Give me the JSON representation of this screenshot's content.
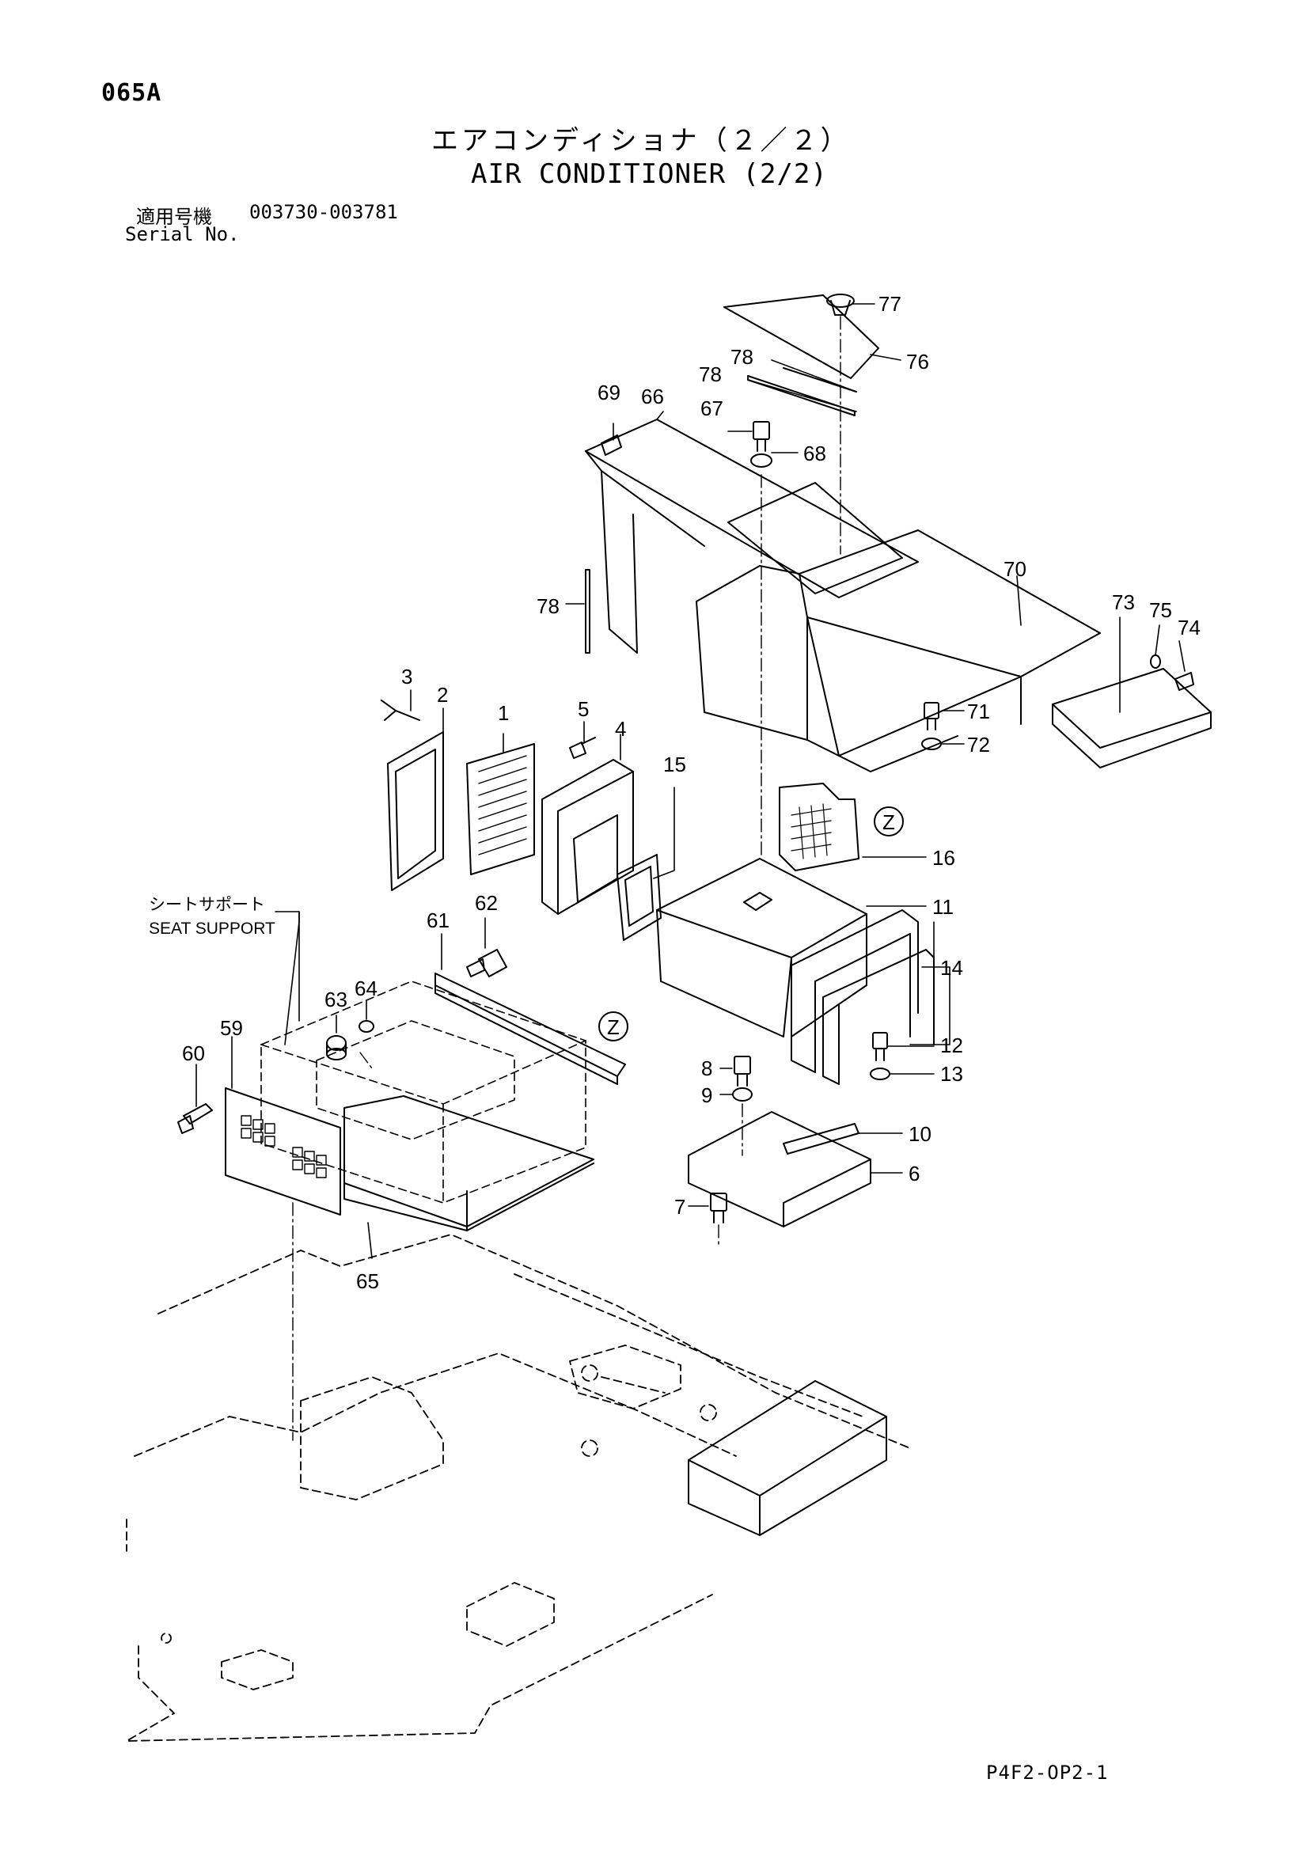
{
  "header": {
    "page_code": "065A",
    "title_jp": "エアコンディショナ（２／２）",
    "title_en": "AIR CONDITIONER (2/2)",
    "serial_label_jp": "適用号機",
    "serial_range": "003730-003781",
    "serial_label_en": "Serial No."
  },
  "callouts": {
    "c1": "1",
    "c2": "2",
    "c3": "3",
    "c4": "4",
    "c5": "5",
    "c6": "6",
    "c7": "7",
    "c8": "8",
    "c9": "9",
    "c10": "10",
    "c11": "11",
    "c12": "12",
    "c13": "13",
    "c14": "14",
    "c15": "15",
    "c16": "16",
    "c59": "59",
    "c60": "60",
    "c61": "61",
    "c62": "62",
    "c63": "63",
    "c64": "64",
    "c65": "65",
    "c66": "66",
    "c67": "67",
    "c68": "68",
    "c69": "69",
    "c70": "70",
    "c71": "71",
    "c72": "72",
    "c73": "73",
    "c74": "74",
    "c75": "75",
    "c76": "76",
    "c77": "77",
    "c78a": "78",
    "c78b": "78",
    "c78c": "78"
  },
  "view_markers": {
    "z1": "Z",
    "z2": "Z"
  },
  "notes": {
    "seat_support_jp": "シートサポート",
    "seat_support_en": "SEAT SUPPORT"
  },
  "footer": {
    "drawing_code": "P4F2-OP2-1"
  }
}
